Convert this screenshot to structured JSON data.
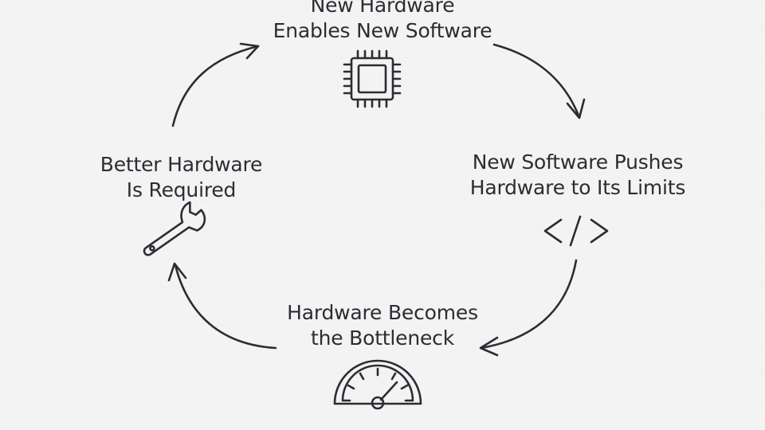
{
  "diagram": {
    "nodes": [
      {
        "id": "top",
        "lines": [
          "New Hardware",
          "Enables New Software"
        ],
        "icon": "cpu-chip-icon"
      },
      {
        "id": "right",
        "lines": [
          "New Software Pushes",
          "Hardware to Its Limits"
        ],
        "icon": "code-brackets-icon"
      },
      {
        "id": "bottom",
        "lines": [
          "Hardware Becomes",
          "the Bottleneck"
        ],
        "icon": "speedometer-gauge-icon"
      },
      {
        "id": "left",
        "lines": [
          "Better Hardware",
          "Is Required"
        ],
        "icon": "wrench-icon"
      }
    ],
    "edges": [
      {
        "from": "top",
        "to": "right"
      },
      {
        "from": "right",
        "to": "bottom"
      },
      {
        "from": "bottom",
        "to": "left"
      },
      {
        "from": "left",
        "to": "top"
      }
    ],
    "colors": {
      "ink": "#2b2d33",
      "background": "#f3f3f3"
    }
  }
}
